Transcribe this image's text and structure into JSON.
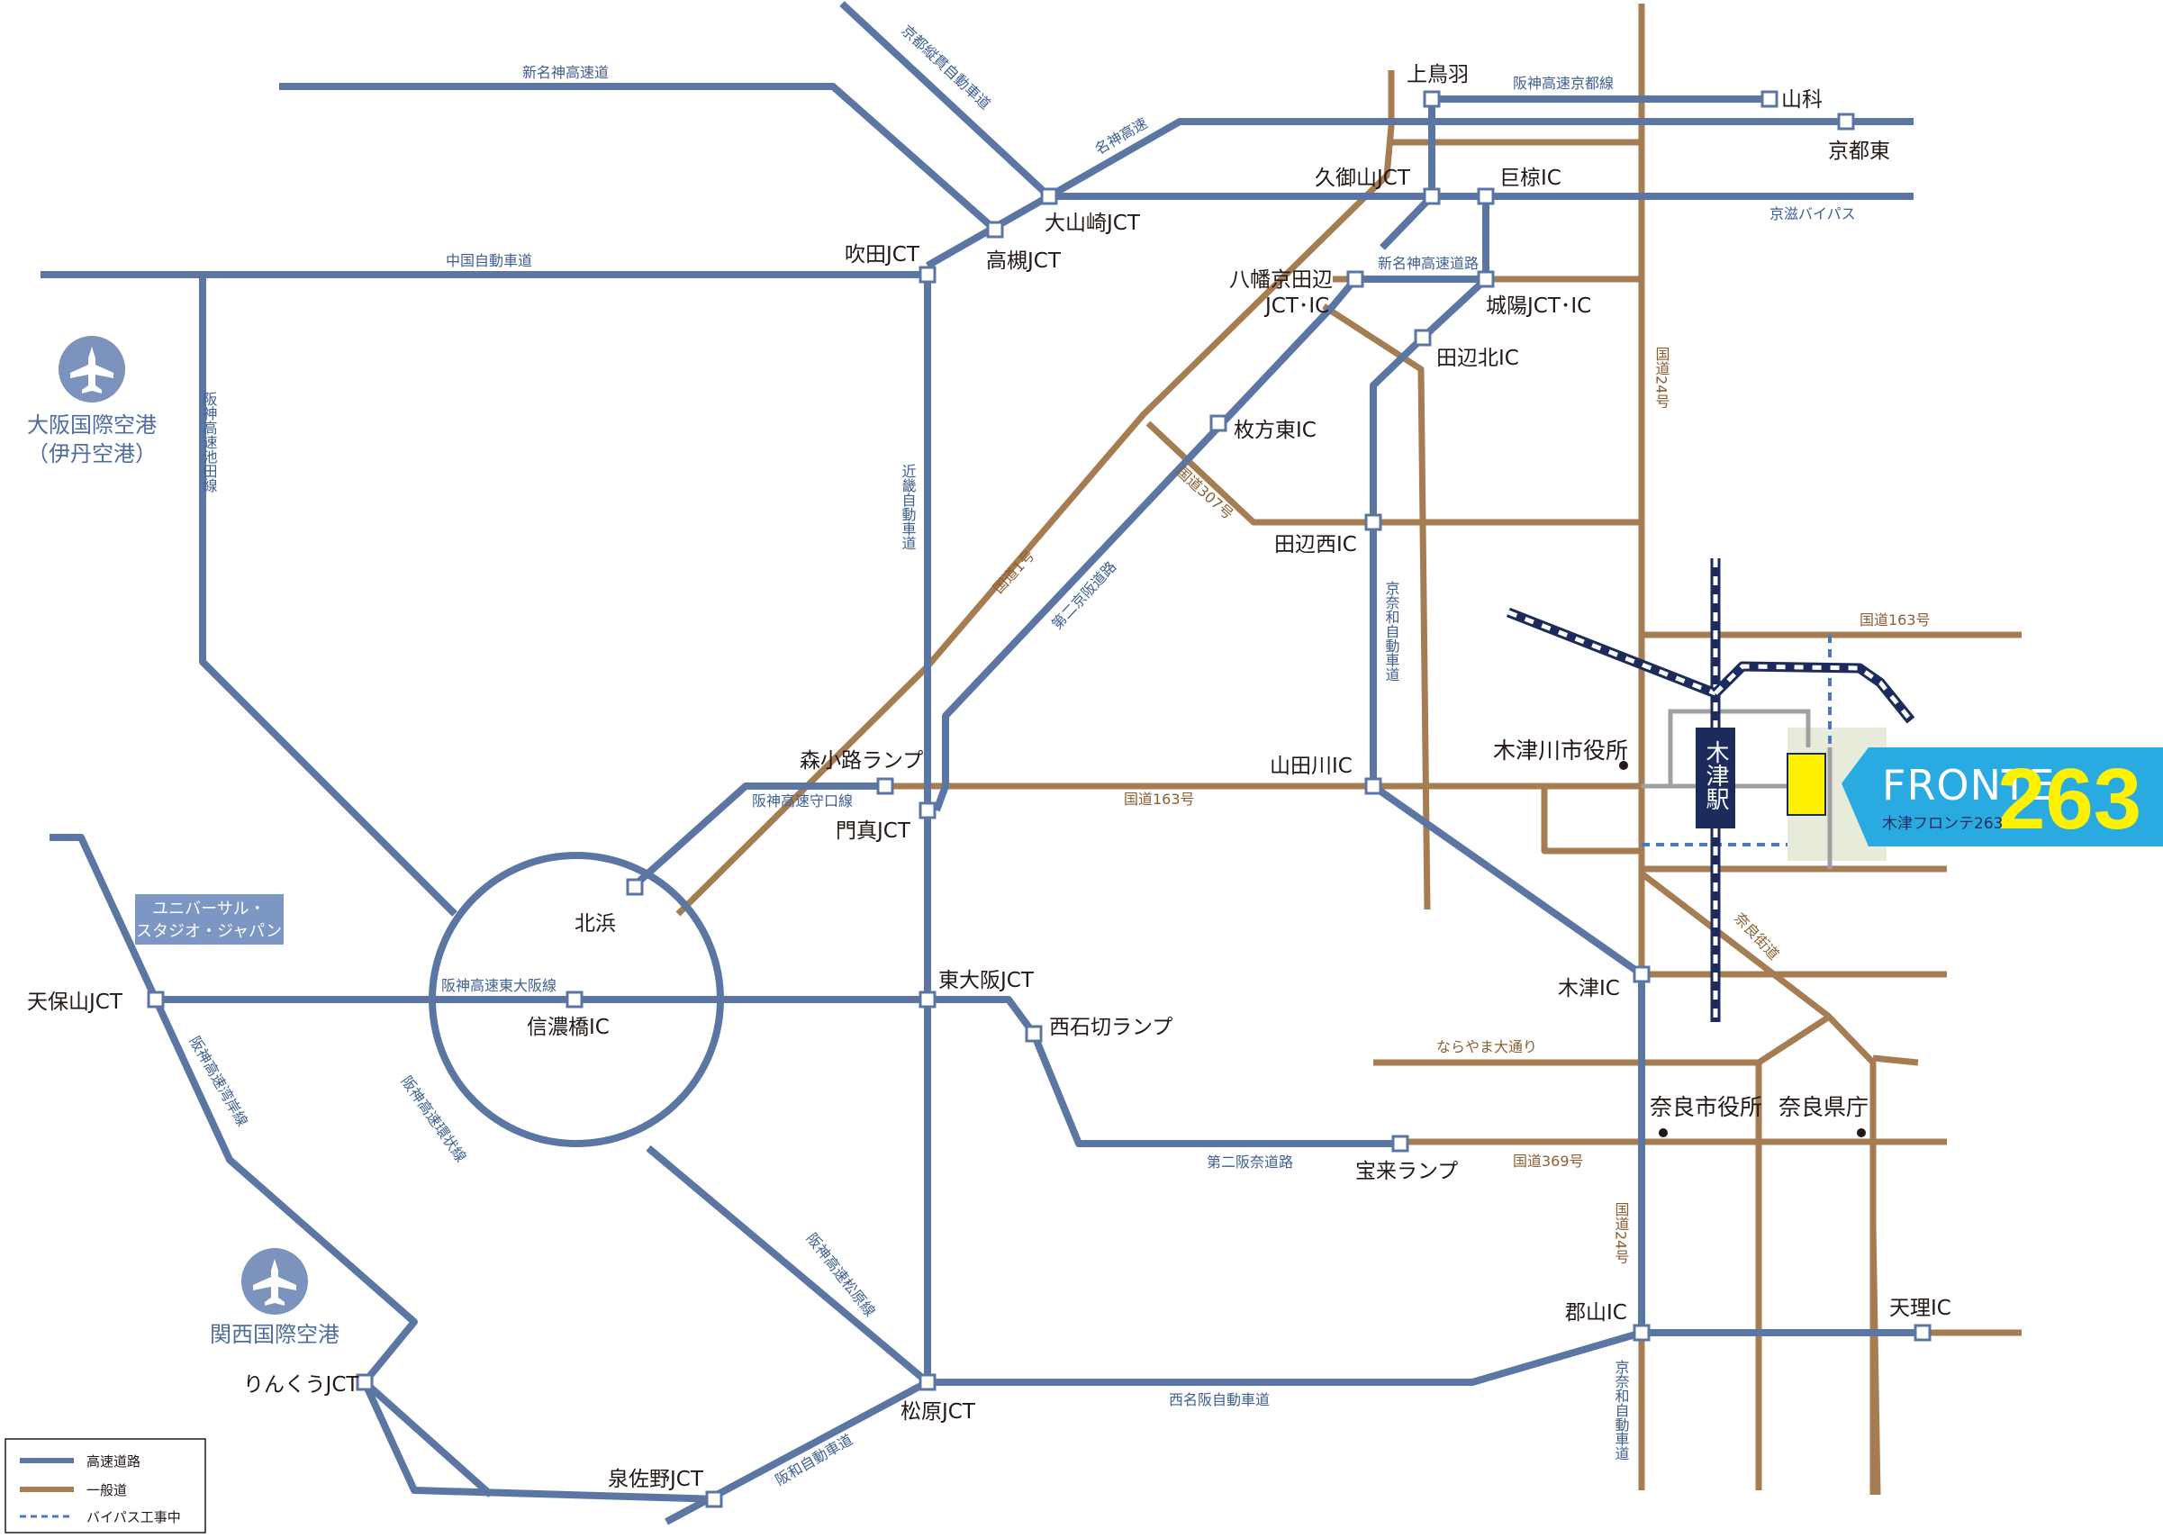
{
  "colors": {
    "highway": "#5b76a3",
    "general_road": "#a67c52",
    "bypass": "#4a78c9",
    "railway": "#1c2a5c",
    "brand_cyan": "#29abe2",
    "brand_yellow": "#fff200",
    "airport": "#7b93bd",
    "usj_box": "#7d97c4",
    "site_area": "#e6ecd9"
  },
  "legend": {
    "highway": "高速道路",
    "general": "一般道",
    "bypass": "バイパス工事中"
  },
  "brand": {
    "name_en": "FRONTE",
    "number": "263",
    "name_jp": "木津フロンテ263"
  },
  "airports": {
    "itami_line1": "大阪国際空港",
    "itami_line2": "（伊丹空港）",
    "kansai": "関西国際空港",
    "icon": "airplane-icon"
  },
  "usj": {
    "line1": "ユニバーサル・",
    "line2": "スタジオ・ジャパン"
  },
  "station": {
    "name": "木津駅"
  },
  "places": {
    "kamitoba": "上鳥羽",
    "yamashina": "山科",
    "kyoto_higashi": "京都東",
    "kumiyama_jct": "久御山JCT",
    "oguraike_ic": "巨椋IC",
    "oyamazaki_jct": "大山崎JCT",
    "takatsuki_jct": "高槻JCT",
    "suita_jct": "吹田JCT",
    "yawata_line1": "八幡京田辺",
    "yawata_line2": "JCT･IC",
    "joyo_jct": "城陽JCT･IC",
    "tanabe_kita": "田辺北IC",
    "hirakata_higashi": "枚方東IC",
    "tanabe_nishi": "田辺西IC",
    "yamadagawa": "山田川IC",
    "kizugawa_city_hall": "木津川市役所",
    "morishoji": "森小路ランプ",
    "kadoma_jct": "門真JCT",
    "kitahama": "北浜",
    "tenpozan_jct": "天保山JCT",
    "shinanobashi": "信濃橋IC",
    "higashi_osaka_jct": "東大阪JCT",
    "nishi_ishikiri": "西石切ランプ",
    "kizu_ic": "木津IC",
    "nara_city_hall": "奈良市役所",
    "nara_pref_office": "奈良県庁",
    "horai": "宝来ランプ",
    "koriyama": "郡山IC",
    "tenri": "天理IC",
    "rinku_jct": "りんくうJCT",
    "matsubara_jct": "松原JCT",
    "izumisano_jct": "泉佐野JCT"
  },
  "roads": {
    "shin_meishin": "新名神高速道",
    "kyoto_jukan": "京都縦貫自動車道",
    "meishin": "名神高速",
    "hanshin_kyoto": "阪神高速京都線",
    "keiji_bypass": "京滋バイパス",
    "chugoku": "中国自動車道",
    "shin_meishin_road": "新名神高速道路",
    "ikeda_line": "阪神高速池田線",
    "kinki": "近畿自動車道",
    "route1": "国道1号",
    "daini_keihan": "第二京阪道路",
    "route307": "国道307号",
    "route24": "国道24号",
    "kyonawa": "京奈和自動車道",
    "route163": "国道163号",
    "moriguchi_line": "阪神高速守口線",
    "higashi_osaka_line": "阪神高速東大阪線",
    "nara_kaido": "奈良街道",
    "narayama": "ならやま大通り",
    "wangan": "阪神高速湾岸線",
    "kanjo": "阪神高速環状線",
    "daini_hanna": "第二阪奈道路",
    "route369": "国道369号",
    "matsubara_line": "阪神高速松原線",
    "nishi_meihan": "西名阪自動車道",
    "hanwa": "阪和自動車道"
  }
}
